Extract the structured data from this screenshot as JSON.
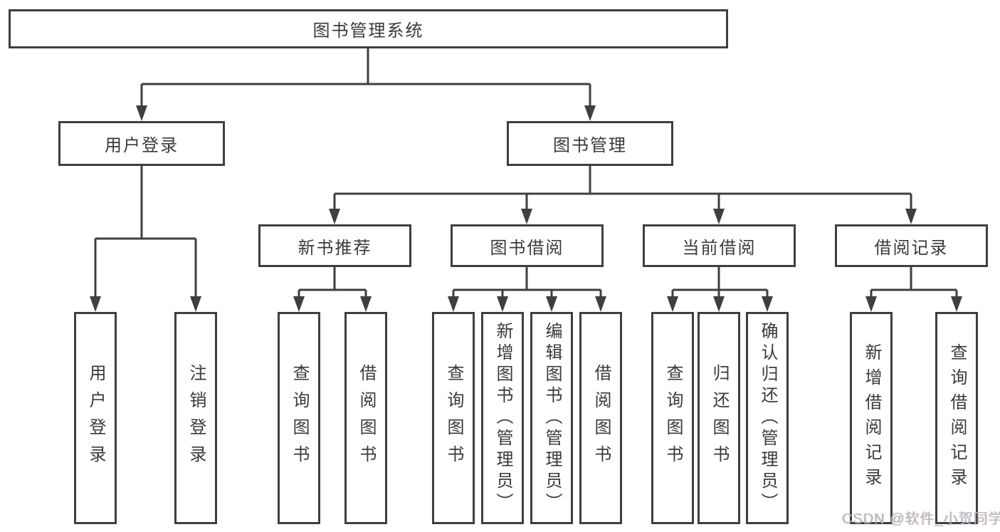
{
  "diagram": {
    "root": {
      "label": "图书管理系统"
    },
    "level2": [
      {
        "label": "用户登录"
      },
      {
        "label": "图书管理"
      }
    ],
    "level3": [
      {
        "label": "新书推荐"
      },
      {
        "label": "图书借阅"
      },
      {
        "label": "当前借阅"
      },
      {
        "label": "借阅记录"
      }
    ],
    "leaves": {
      "user_login": [
        "用户登录",
        "注销登录"
      ],
      "new_book_recommend": [
        "查询图书",
        "借阅图书"
      ],
      "book_borrowing": [
        "查询图书",
        "新增图书（管理员）",
        "编辑图书（管理员）",
        "借阅图书"
      ],
      "current_borrowing": [
        "查询图书",
        "归还图书",
        "确认归还（管理员）"
      ],
      "borrowing_records": [
        "新增借阅记录",
        "查询借阅记录"
      ]
    },
    "colors": {
      "background": "#ffffff",
      "line": "#3f3f3f",
      "box_border": "#3f3f3f",
      "text": "#3a3a3a",
      "watermark": "#b9b9b9"
    }
  },
  "watermark": {
    "text": "CSDN @软件_小贺同学"
  }
}
